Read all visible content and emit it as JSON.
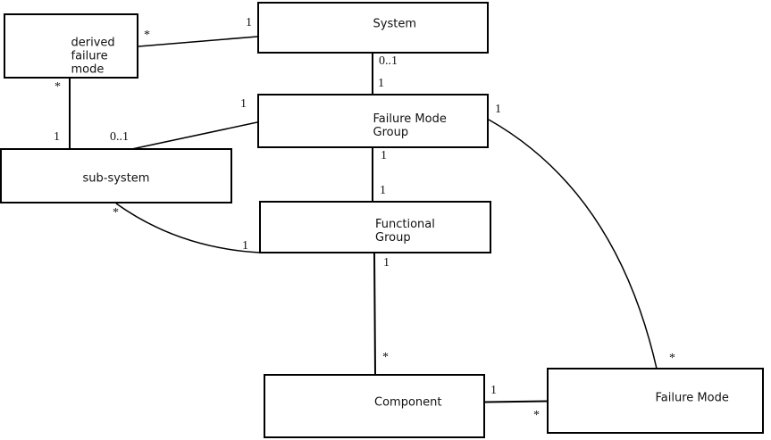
{
  "diagram": {
    "type": "uml-class-diagram",
    "background_color": "#ffffff",
    "line_color": "#000000",
    "nodes": [
      {
        "id": "derived-failure-mode",
        "label": "derived\nfailure\nmode"
      },
      {
        "id": "system",
        "label": "System"
      },
      {
        "id": "failure-mode-group",
        "label": "Failure Mode\nGroup"
      },
      {
        "id": "sub-system",
        "label": "sub-system"
      },
      {
        "id": "functional-group",
        "label": "Functional\nGroup"
      },
      {
        "id": "component",
        "label": "Component"
      },
      {
        "id": "failure-mode",
        "label": "Failure Mode"
      }
    ],
    "edges": [
      {
        "from": "derived-failure-mode",
        "to": "system",
        "from_label": "*",
        "to_label": "1"
      },
      {
        "from": "system",
        "to": "failure-mode-group",
        "from_label": "0..1",
        "to_label": "1"
      },
      {
        "from": "derived-failure-mode",
        "to": "sub-system",
        "from_label": "*",
        "to_label": "1"
      },
      {
        "from": "sub-system",
        "to": "failure-mode-group",
        "from_label": "0..1",
        "to_label": "1"
      },
      {
        "from": "failure-mode-group",
        "to": "functional-group",
        "from_label": "1",
        "to_label": "1"
      },
      {
        "from": "sub-system",
        "to": "functional-group",
        "from_label": "*",
        "to_label": "1"
      },
      {
        "from": "functional-group",
        "to": "component",
        "from_label": "1",
        "to_label": "*"
      },
      {
        "from": "component",
        "to": "failure-mode",
        "from_label": "1",
        "to_label": "*"
      },
      {
        "from": "failure-mode-group",
        "to": "failure-mode",
        "from_label": "1",
        "to_label": "*"
      }
    ]
  }
}
